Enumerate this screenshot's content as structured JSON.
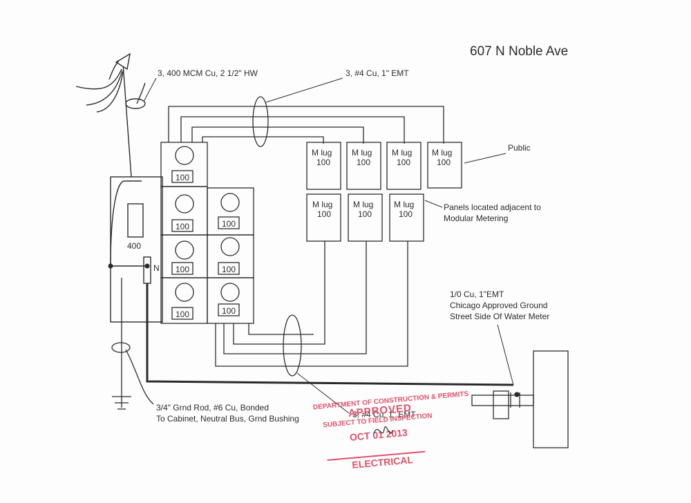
{
  "title": "607 N Noble Ave",
  "labels": {
    "service": "3, 400 MCM Cu, 2 1/2\" HW",
    "emt_top": "3, #4 Cu, 1\" EMT",
    "emt_bottom": "3, #4 Cu, 1\" EMT",
    "public": "Public",
    "panels_note_1": "Panels located adjacent to",
    "panels_note_2": "Modular Metering",
    "ground_note_1": "1/0 Cu, 1\"EMT",
    "ground_note_2": "Chicago Approved Ground",
    "ground_note_3": "Street Side Of Water Meter",
    "rod_note_1": "3/4\" Grnd Rod, #6 Cu, Bonded",
    "rod_note_2": "To Cabinet, Neutral Bus, Grnd Bushing",
    "main_rating": "400",
    "neutral": "N"
  },
  "meters": {
    "col1": [
      "100",
      "100",
      "100",
      "100"
    ],
    "col2": [
      "100",
      "100",
      "100"
    ]
  },
  "panels": {
    "top_row": [
      {
        "line1": "M lug",
        "line2": "100"
      },
      {
        "line1": "M lug",
        "line2": "100"
      },
      {
        "line1": "M lug",
        "line2": "100"
      },
      {
        "line1": "M lug",
        "line2": "100"
      }
    ],
    "bottom_row": [
      {
        "line1": "M lug",
        "line2": "100"
      },
      {
        "line1": "M lug",
        "line2": "100"
      },
      {
        "line1": "M lug",
        "line2": "100"
      }
    ]
  },
  "stamp": {
    "dept": "DEPARTMENT OF CONSTRUCTION & PERMITS",
    "approved": "APPROVED",
    "subject": "SUBJECT TO FIELD INSPECTION",
    "date": "OCT 01 2013",
    "trade": "ELECTRICAL"
  },
  "colors": {
    "ink": "#2a2a2a",
    "stamp": "#e0506a"
  }
}
